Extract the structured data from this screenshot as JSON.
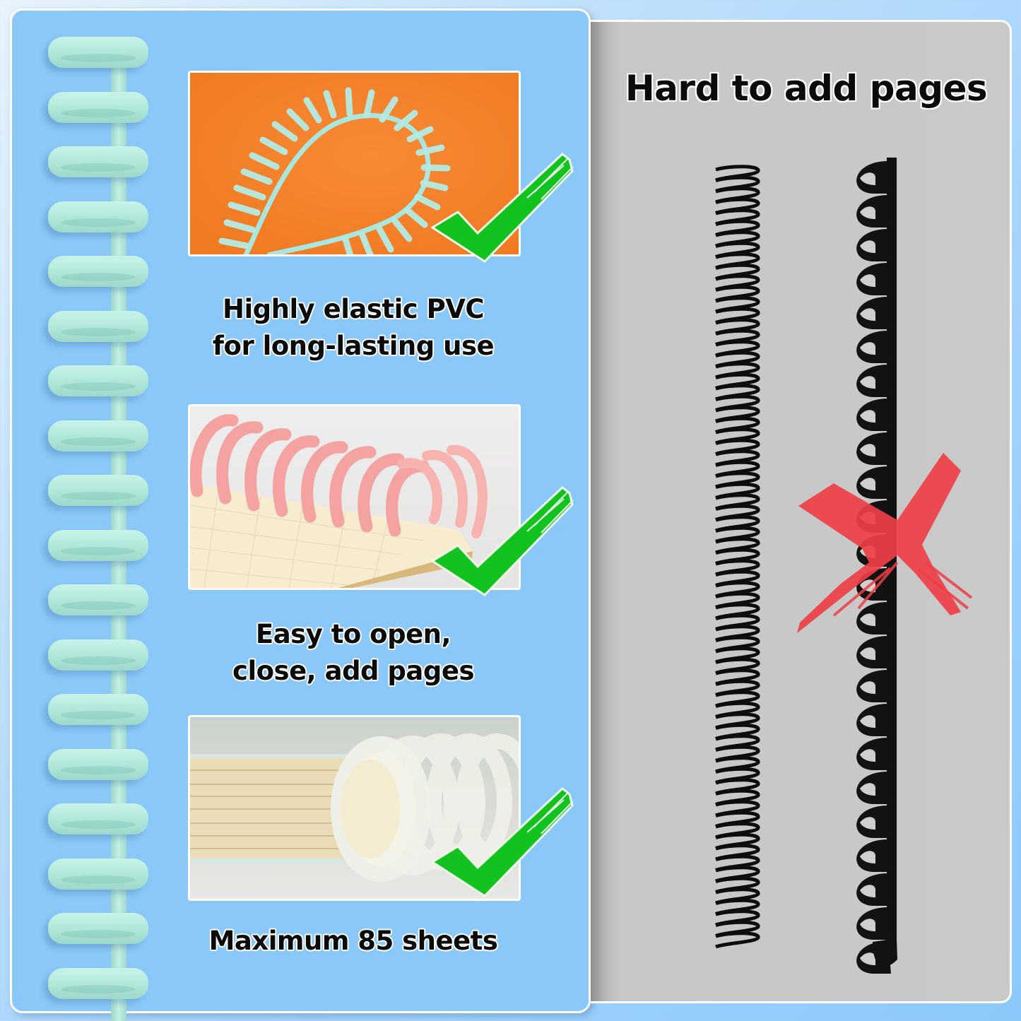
{
  "colors": {
    "page_background": "#a6d4fb",
    "left_panel_background": "#8ac8fa",
    "right_panel_background": "#c9c9c9",
    "ring_color": "#b3e9dc",
    "check_color": "#12c21e",
    "cross_color": "#ee3f47",
    "orange_photo": "#f5832c",
    "pink_ring": "#f7a3a3"
  },
  "left_panel": {
    "features": [
      {
        "image": "teal-pvc-binding-ring-on-orange",
        "caption_line1": "Highly elastic PVC",
        "caption_line2": "for long-lasting use",
        "icon": "green-checkmark-icon"
      },
      {
        "image": "pink-rings-on-grid-notebook",
        "caption_line1": "Easy to open,",
        "caption_line2": "close, add pages",
        "icon": "green-checkmark-icon"
      },
      {
        "image": "clear-rings-holding-thick-paper-stack",
        "caption_line1": "Maximum 85 sheets",
        "caption_line2": "",
        "icon": "green-checkmark-icon"
      }
    ],
    "ring_count": 18
  },
  "right_panel": {
    "title": "Hard to add pages",
    "items": [
      {
        "image": "black-wire-spiral-coil"
      },
      {
        "image": "black-plastic-comb-binding"
      }
    ],
    "icon": "red-x-cross-icon"
  }
}
